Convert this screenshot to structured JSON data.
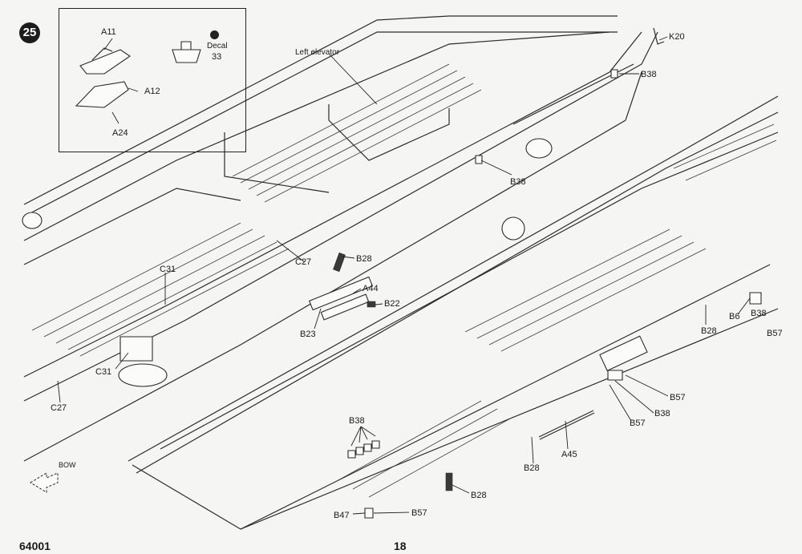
{
  "step": {
    "number": "25"
  },
  "inset": {
    "parts": [
      "A11",
      "A12",
      "A24"
    ],
    "decal_label": "Decal",
    "decal_number": "33",
    "decal_icon": "decal-icon"
  },
  "callouts": {
    "left_elevator": "Left elevator",
    "k20": "K20",
    "b38_top": "B38",
    "b38_mid": "B38",
    "c27_a": "C27",
    "b28_a": "B28",
    "c31_a": "C31",
    "a44": "A44",
    "b22": "B22",
    "b23": "B23",
    "c31_b": "C31",
    "c27_b": "C27",
    "b6": "B6",
    "b38_right": "B38",
    "b28_right": "B28",
    "b57_right": "B57",
    "b57_mid": "B57",
    "b38_lower": "B38",
    "b57_lower": "B57",
    "a45": "A45",
    "b28_lower": "B28",
    "b38_group": "B38",
    "b28_bottom": "B28",
    "b47": "B47",
    "b57_bottom": "B57"
  },
  "bow": {
    "label": "BOW",
    "arrow_icon": "bow-arrow-icon"
  },
  "footer": {
    "product_code": "64001",
    "page_number": "18"
  }
}
